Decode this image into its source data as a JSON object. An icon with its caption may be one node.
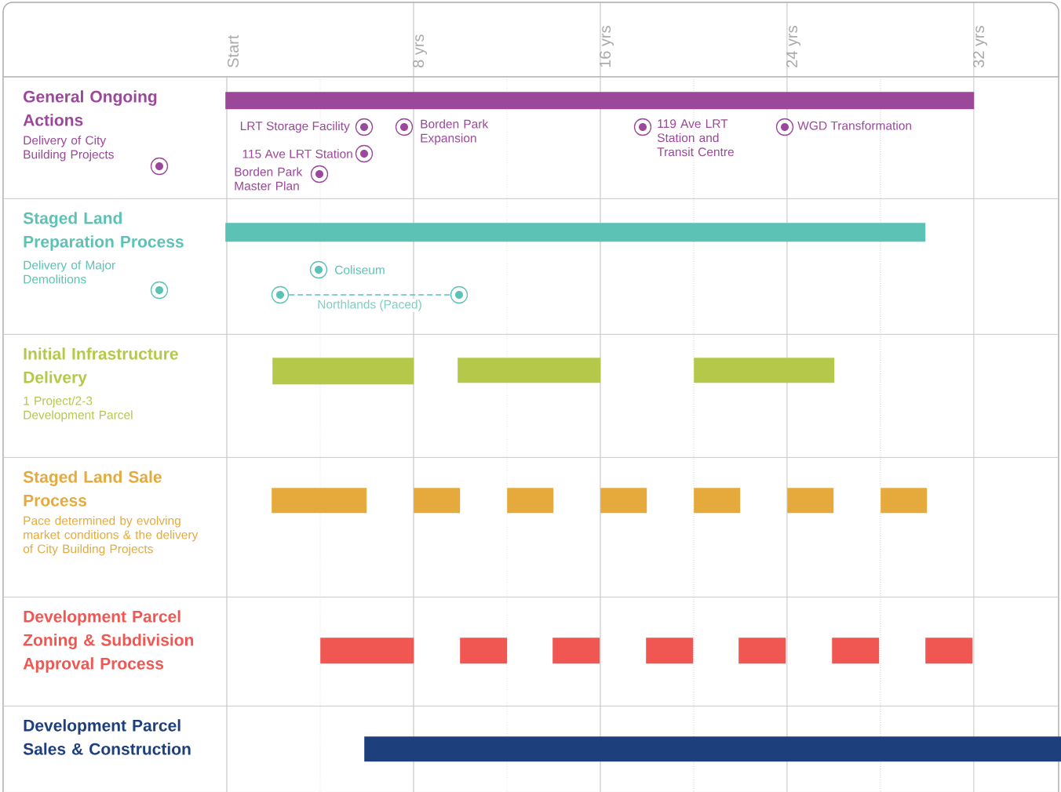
{
  "diagram": {
    "nodes": [
      {
        "text": [
          "General Ongoing Actions",
          "Delivery of City Building Projects"
        ]
      },
      {
        "text": [],
        "shape": "bar",
        "in": 0
      },
      {
        "text": [
          "LRT Storage Facility"
        ],
        "in": 0
      },
      {
        "text": [
          "Borden Park Expansion"
        ],
        "in": 0
      },
      {
        "text": [
          "115 Ave LRT Station"
        ],
        "in": 0
      },
      {
        "text": [
          "Borden Park Master Plan"
        ],
        "in": 0
      },
      {
        "text": [
          "119 Ave LRT Station and Transit Centre"
        ],
        "in": 0
      },
      {
        "text": [
          "WGD Transformation"
        ],
        "in": 0
      },
      {
        "text": [
          "Staged Land Preparation Process",
          "Delivery of Major Demolitions"
        ]
      },
      {
        "text": [],
        "shape": "bar",
        "in": 8
      },
      {
        "text": [
          "Coliseum"
        ],
        "in": 8
      },
      {
        "text": [],
        "shape": "circle",
        "in": 8
      },
      {
        "text": [],
        "shape": "circle",
        "in": 8
      },
      {
        "text": [
          "Initial Infrastructure Delivery",
          "1 Project/2-3 Development Parcel"
        ]
      },
      {
        "text": [],
        "shape": "bar",
        "in": 13
      },
      {
        "text": [],
        "shape": "bar",
        "in": 13
      },
      {
        "text": [],
        "shape": "bar",
        "in": 13
      },
      {
        "text": [
          "Staged Land Sale Process",
          "Pace determined by evolving market conditions & the delivery of City Building Projects"
        ]
      },
      {
        "text": [],
        "shape": "bar",
        "in": 17
      },
      {
        "text": [],
        "shape": "bar",
        "in": 17
      },
      {
        "text": [],
        "shape": "bar",
        "in": 17
      },
      {
        "text": [],
        "shape": "bar",
        "in": 17
      },
      {
        "text": [],
        "shape": "bar",
        "in": 17
      },
      {
        "text": [],
        "shape": "bar",
        "in": 17
      },
      {
        "text": [],
        "shape": "bar",
        "in": 17
      },
      {
        "text": [
          "Development Parcel Zoning & Subdivision Approval Process"
        ]
      },
      {
        "text": [],
        "shape": "bar",
        "in": 25
      },
      {
        "text": [],
        "shape": "bar",
        "in": 25
      },
      {
        "text": [],
        "shape": "bar",
        "in": 25
      },
      {
        "text": [],
        "shape": "bar",
        "in": 25
      },
      {
        "text": [],
        "shape": "bar",
        "in": 25
      },
      {
        "text": [],
        "shape": "bar",
        "in": 25
      },
      {
        "text": [],
        "shape": "bar",
        "in": 25
      },
      {
        "text": [
          "Development Parcel Sales & Construction"
        ]
      },
      {
        "text": [],
        "shape": "bar",
        "in": 33
      }
    ],
    "edges": [
      {
        "from": 11,
        "to": 12,
        "arrow": "none",
        "style": "dashed",
        "label": "Northlands (Paced)"
      }
    ],
    "labels": [
      "Start",
      "8 yrs",
      "16 yrs",
      "24 yrs",
      "32 yrs"
    ]
  }
}
